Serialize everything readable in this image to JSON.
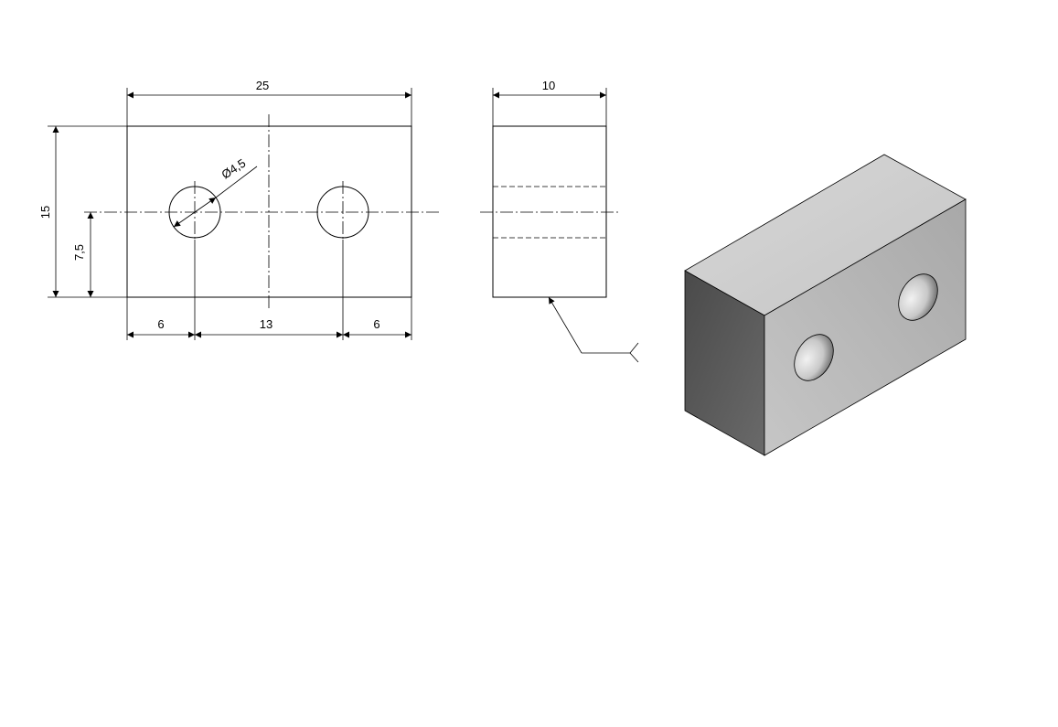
{
  "front_view": {
    "overall_width": "25",
    "overall_height": "15",
    "hole_center_height": "7,5",
    "left_offset": "6",
    "hole_spacing": "13",
    "right_offset": "6",
    "hole_diameter": "Ø4,5"
  },
  "side_view": {
    "thickness": "10"
  },
  "iso_view": {
    "top_face_color": "#cfcfcf",
    "front_face_color": "#b8b8b8",
    "side_face_color": "#5e5e5e"
  }
}
